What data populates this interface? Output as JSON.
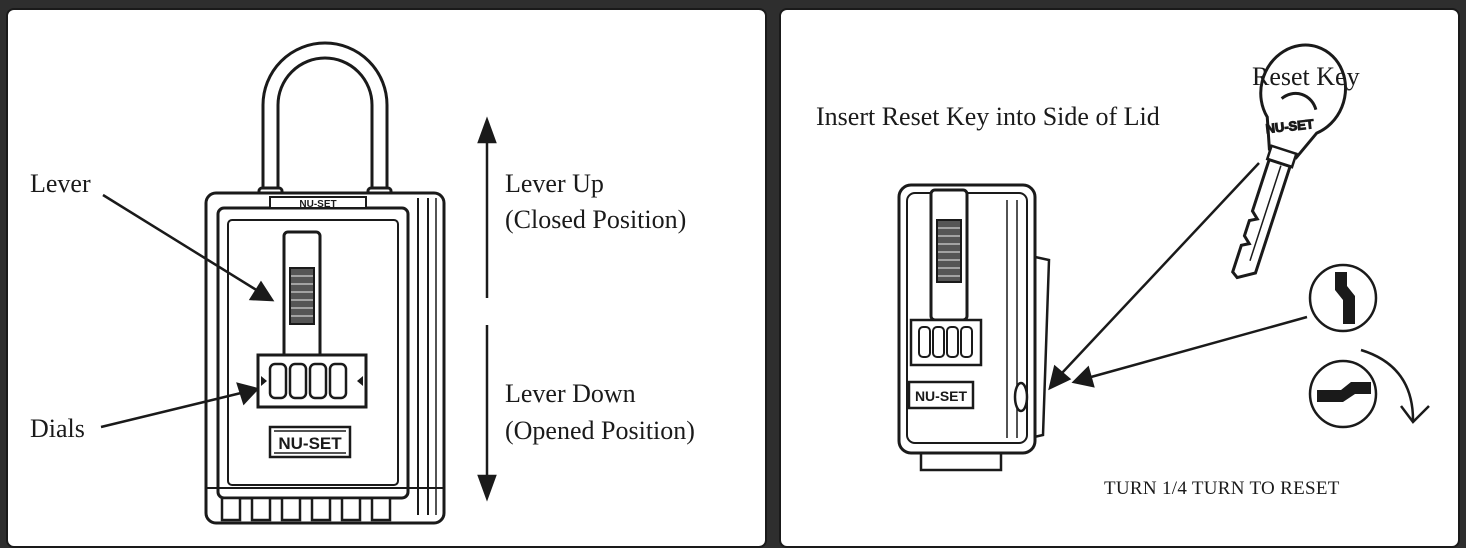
{
  "left_panel": {
    "labels": {
      "lever": "Lever",
      "dials": "Dials",
      "lever_up_line1": "Lever Up",
      "lever_up_line2": "(Closed Position)",
      "lever_down_line1": "Lever Down",
      "lever_down_line2": "(Opened Position)"
    },
    "logo_text": "NU-SET"
  },
  "right_panel": {
    "labels": {
      "reset_key": "Reset Key",
      "insert_instruction": "Insert Reset Key into Side of Lid",
      "turn_instruction": "TURN 1/4 TURN TO RESET"
    },
    "logo_text": "NU-SET",
    "key_logo_text": "NU-SET"
  }
}
